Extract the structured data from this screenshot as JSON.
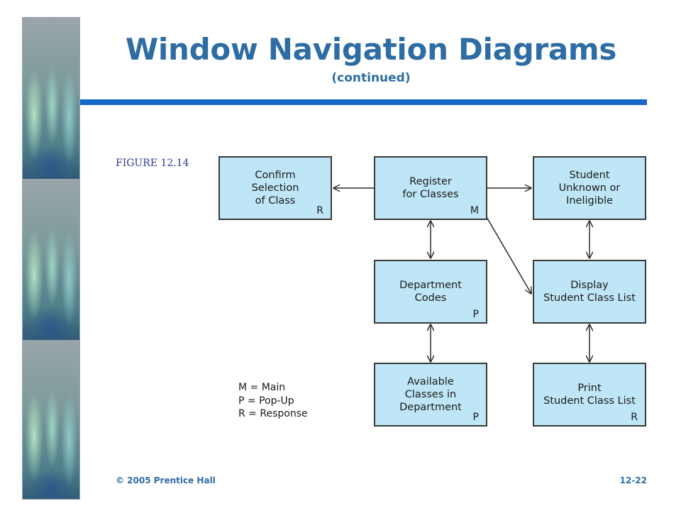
{
  "slide": {
    "title": "Window Navigation Diagrams",
    "subtitle": "(continued)",
    "figure_label": "FIGURE 12.14",
    "footer_left": "© 2005  Prentice Hall",
    "footer_right": "12-22"
  },
  "colors": {
    "title": "#2e6da4",
    "rule": "#1466c8",
    "box_fill": "#bfe6f6",
    "box_border": "#3a3a3a",
    "figure_label": "#2a3b8f"
  },
  "boxes": {
    "confirm": {
      "label": "Confirm\nSelection\nof Class",
      "type": "R"
    },
    "register": {
      "label": "Register\nfor Classes",
      "type": "M"
    },
    "unknown": {
      "label": "Student\nUnknown or\nIneligible",
      "type": ""
    },
    "dept_codes": {
      "label": "Department\nCodes",
      "type": "P"
    },
    "display": {
      "label": "Display\nStudent Class List",
      "type": ""
    },
    "available": {
      "label": "Available\nClasses in\nDepartment",
      "type": "P"
    },
    "print": {
      "label": "Print\nStudent Class List",
      "type": "R"
    }
  },
  "legend": [
    "M = Main",
    "P = Pop-Up",
    "R = Response"
  ]
}
